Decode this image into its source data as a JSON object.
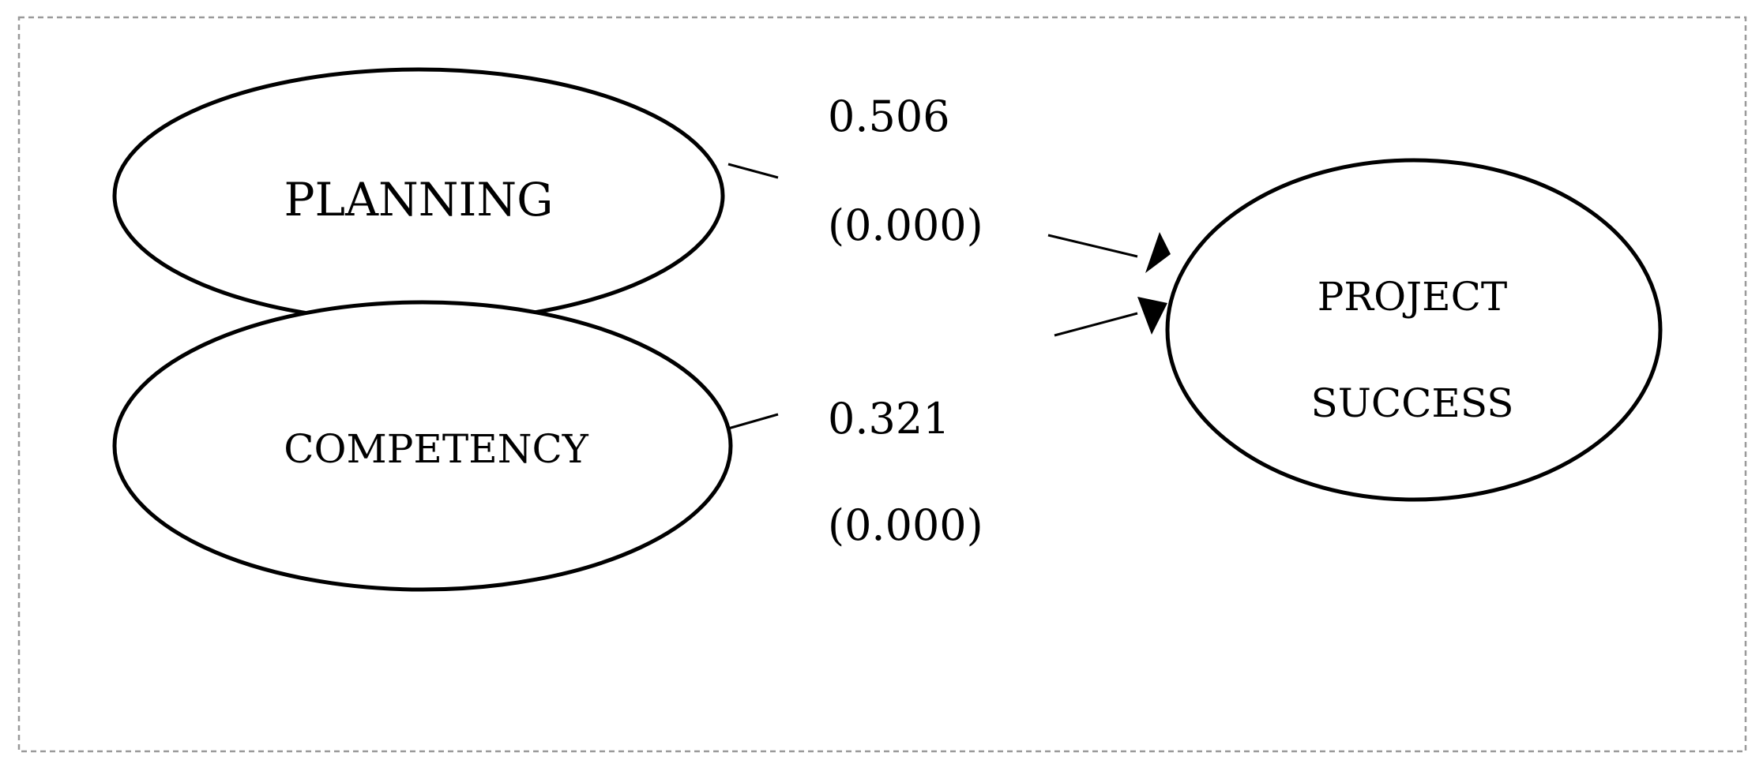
{
  "nodes": {
    "planning": {
      "label": "PLANNING"
    },
    "competency": {
      "label": "COMPETENCY"
    },
    "project_success": {
      "label_line1": "PROJECT",
      "label_line2": "SUCCESS"
    }
  },
  "edges": {
    "planning_to_success": {
      "coefficient": "0.506",
      "p_value": "(0.000)"
    },
    "competency_to_success": {
      "coefficient": "0.321",
      "p_value": "(0.000)"
    }
  }
}
